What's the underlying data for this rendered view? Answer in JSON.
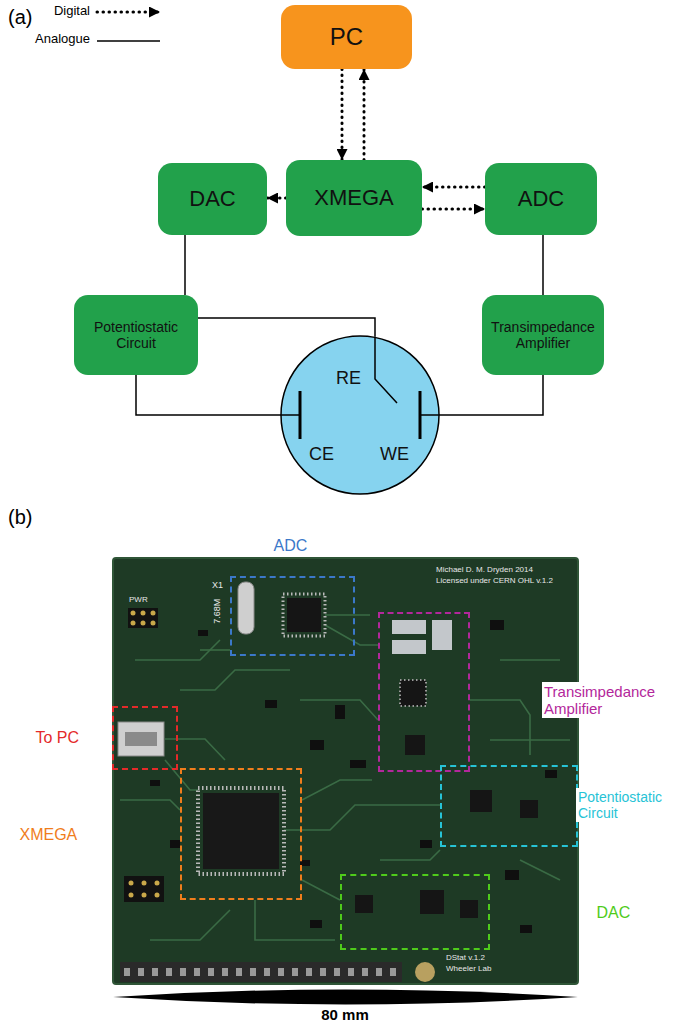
{
  "diagram": {
    "nodes": [
      {
        "text": [
          "PC"
        ]
      },
      {
        "text": [
          "DAC"
        ]
      },
      {
        "text": [
          "XMEGA"
        ]
      },
      {
        "text": [
          "ADC"
        ]
      },
      {
        "text": [
          "Potentiostatic Circuit"
        ]
      },
      {
        "text": [
          "Transimpedance Amplifier"
        ]
      },
      {
        "text": [
          "RE",
          "CE",
          "WE"
        ]
      },
      {
        "text": [
          "ADC"
        ]
      },
      {
        "text": [
          "Transimpedance Amplifier"
        ]
      },
      {
        "text": [
          "To PC"
        ]
      },
      {
        "text": [
          "XMEGA"
        ]
      },
      {
        "text": [
          "Potentiostatic Circuit"
        ]
      },
      {
        "text": [
          "DAC"
        ]
      }
    ],
    "edges": [
      {
        "from": 0,
        "to": 2,
        "arrow": "to"
      },
      {
        "from": 2,
        "to": 0,
        "arrow": "to"
      },
      {
        "from": 2,
        "to": 1,
        "arrow": "to"
      },
      {
        "from": 3,
        "to": 2,
        "arrow": "to"
      },
      {
        "from": 2,
        "to": 3,
        "arrow": "to"
      },
      {
        "from": 1,
        "to": 4,
        "arrow": "none"
      },
      {
        "from": 3,
        "to": 5,
        "arrow": "none"
      },
      {
        "from": 4,
        "to": 6,
        "arrow": "none"
      },
      {
        "from": 4,
        "to": 6,
        "arrow": "none"
      },
      {
        "from": 5,
        "to": 6,
        "arrow": "none"
      }
    ],
    "labels": [
      "(a)",
      "(b)",
      "Michael D. M. Dryden 2014",
      "Licensed under CERN OHL v.1.2",
      "7.68M",
      "X1",
      "PWR",
      "DStat v.1.2",
      "Wheeler Lab",
      "80 mm"
    ],
    "legend": [
      {
        "text": "Digital"
      },
      {
        "text": "Analogue"
      }
    ]
  }
}
